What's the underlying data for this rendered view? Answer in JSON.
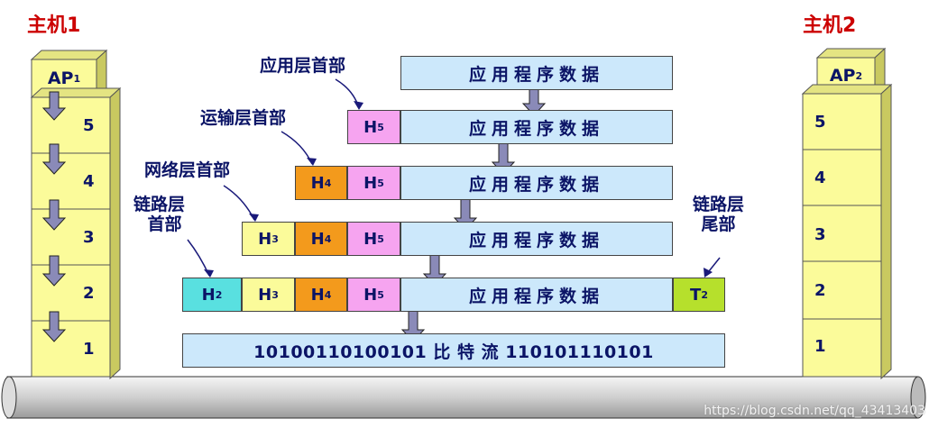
{
  "hosts": {
    "left_title": "主机1",
    "right_title": "主机2",
    "left_app": {
      "main": "AP",
      "sub": "1"
    },
    "right_app": {
      "main": "AP",
      "sub": "2"
    },
    "layers": [
      "5",
      "4",
      "3",
      "2",
      "1"
    ]
  },
  "labels": {
    "app_header": "应用层首部",
    "transport_header": "运输层首部",
    "network_header": "网络层首部",
    "link_header_line1": "链路层",
    "link_header_line2": "首部",
    "link_trailer_line1": "链路层",
    "link_trailer_line2": "尾部"
  },
  "rows": {
    "data": "应用程序数据",
    "h5": {
      "main": "H",
      "sub": "5"
    },
    "h4": {
      "main": "H",
      "sub": "4"
    },
    "h3": {
      "main": "H",
      "sub": "3"
    },
    "h2": {
      "main": "H",
      "sub": "2"
    },
    "t2": {
      "main": "T",
      "sub": "2"
    },
    "bits": "10100110100101 比 特 流 110101110101"
  },
  "watermark": "https://blog.csdn.net/qq_43413403",
  "colors": {
    "title": "#cc0000",
    "text": "#0b1466",
    "data": "#cce8fb",
    "h5": "#f6a4f0",
    "h4": "#f39a1c",
    "h3": "#fbfb9a",
    "h2": "#59e0e0",
    "t2": "#b6e02c",
    "stack": "#fbfb9a"
  }
}
